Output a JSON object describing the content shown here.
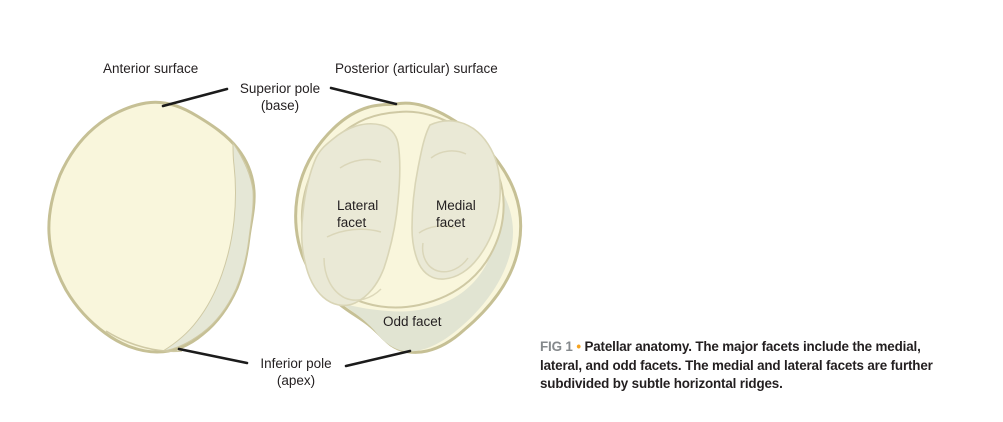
{
  "figure": {
    "view_titles": {
      "left": "Anterior surface",
      "right": "Posterior (articular) surface"
    },
    "callouts": {
      "superior_pole": {
        "line1": "Superior pole",
        "line2": "(base)"
      },
      "inferior_pole": {
        "line1": "Inferior pole",
        "line2": "(apex)"
      },
      "lateral_facet": {
        "line1": "Lateral",
        "line2": "facet"
      },
      "medial_facet": {
        "line1": "Medial",
        "line2": "facet"
      },
      "odd_facet": {
        "label": "Odd facet"
      }
    },
    "caption": {
      "tag": "FIG 1",
      "bullet": "•",
      "body": "Patellar anatomy. The major facets include the medial, lateral, and odd facets. The medial and lateral facets are further subdivided by subtle horizontal ridges."
    },
    "colors": {
      "background": "#ffffff",
      "bone_fill": "#f9f6dc",
      "bone_outline": "#c6c095",
      "facet_fill": "#eae9d6",
      "facet_contour": "#d9d5b6",
      "articular_edge": "#cfc9a4",
      "side_shadow": "#e5e7d6",
      "odd_facet_fill": "#e1e4d2",
      "leader_line": "#1b1b1b",
      "label_text": "#231f20",
      "caption_text": "#231f20",
      "fig_tag": "#85898c",
      "fig_bullet": "#f5a31f"
    }
  }
}
